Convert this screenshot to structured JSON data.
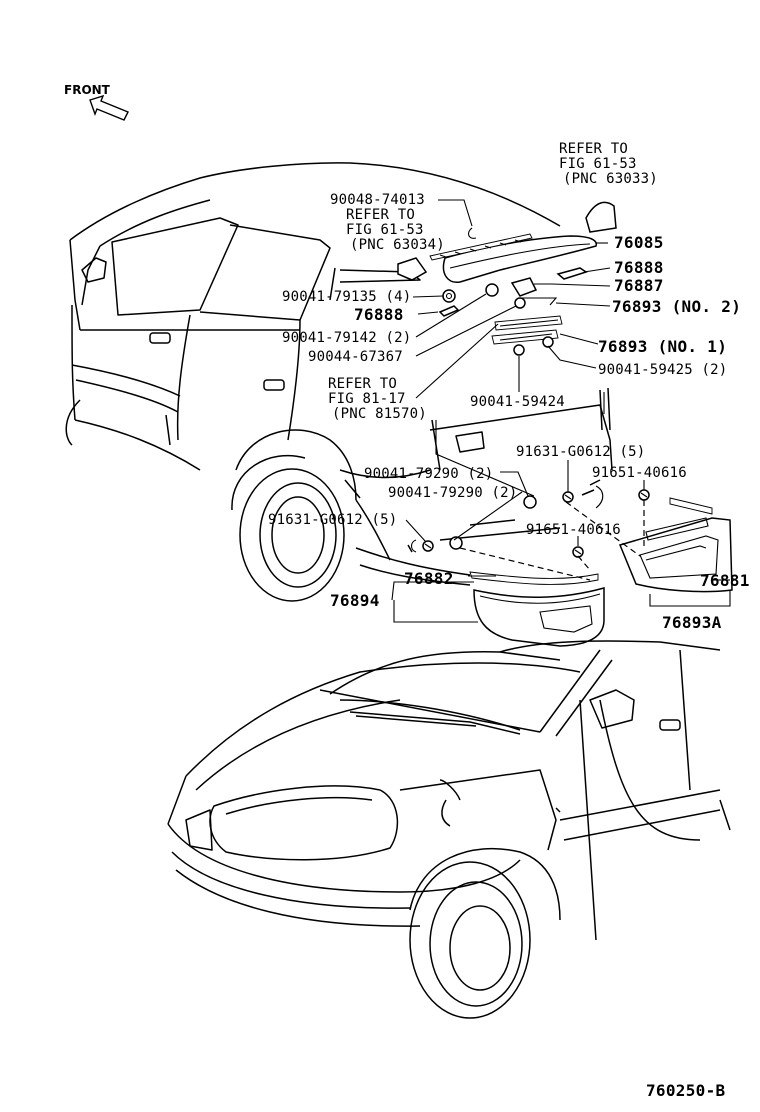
{
  "front_label": "FRONT",
  "labels": {
    "refer_6153_top": [
      "REFER TO",
      "FIG 61-53",
      "(PNC 63033)"
    ],
    "refer_6153_left": [
      "REFER TO",
      "FIG 61-53",
      "(PNC 63034)"
    ],
    "refer_8117": [
      "REFER TO",
      "FIG 81-17",
      "(PNC 81570)"
    ],
    "p90048_74013": "90048-74013",
    "p76085": "76085",
    "p76888_right": "76888",
    "p76887": "76887",
    "p76893_no2": "76893 (NO. 2)",
    "p76893_no1": "76893 (NO. 1)",
    "p90041_79135": "90041-79135 (4)",
    "p76888_left": "76888",
    "p90041_79142": "90041-79142 (2)",
    "p90044_67367": "90044-67367",
    "p90041_59425": "90041-59425 (2)",
    "p90041_59424": "90041-59424",
    "p91631_g0612_right": "91631-G0612 (5)",
    "p91651_40616_right": "91651-40616",
    "p90041_79290_a": "90041-79290 (2)",
    "p90041_79290_b": "90041-79290 (2)",
    "p91631_g0612_left": "91631-G0612 (5)",
    "p91651_40616_mid": "91651-40616",
    "p76882": "76882",
    "p76894": "76894",
    "p76881": "76881",
    "p76893a": "76893A"
  },
  "diagram_id": "760250-B"
}
